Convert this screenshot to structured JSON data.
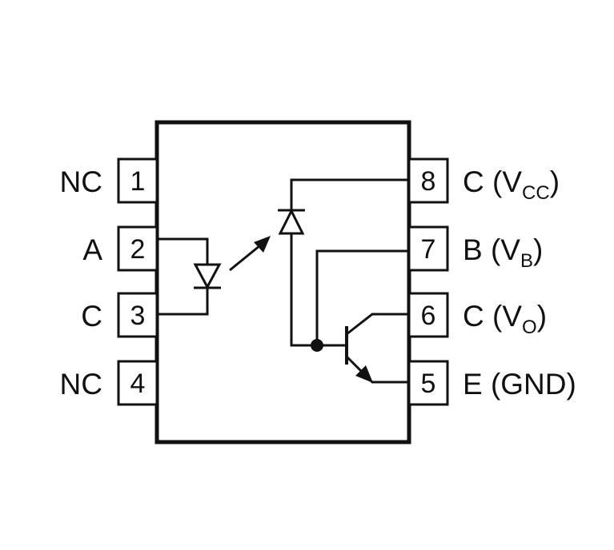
{
  "colors": {
    "line": "#111111",
    "background": "#ffffff"
  },
  "pins_left": [
    {
      "number": "1",
      "label": "NC"
    },
    {
      "number": "2",
      "label": "A"
    },
    {
      "number": "3",
      "label": "C"
    },
    {
      "number": "4",
      "label": "NC"
    }
  ],
  "pins_right": [
    {
      "number": "8",
      "label": "C (",
      "sub": "CC",
      "prefix": "V",
      "suffix": ")"
    },
    {
      "number": "7",
      "label": "B (",
      "sub": "B",
      "prefix": "V",
      "suffix": ")"
    },
    {
      "number": "6",
      "label": "C (",
      "sub": "O",
      "prefix": "V",
      "suffix": ")"
    },
    {
      "number": "5",
      "label": "E (GND)",
      "sub": "",
      "prefix": "",
      "suffix": ""
    }
  ]
}
